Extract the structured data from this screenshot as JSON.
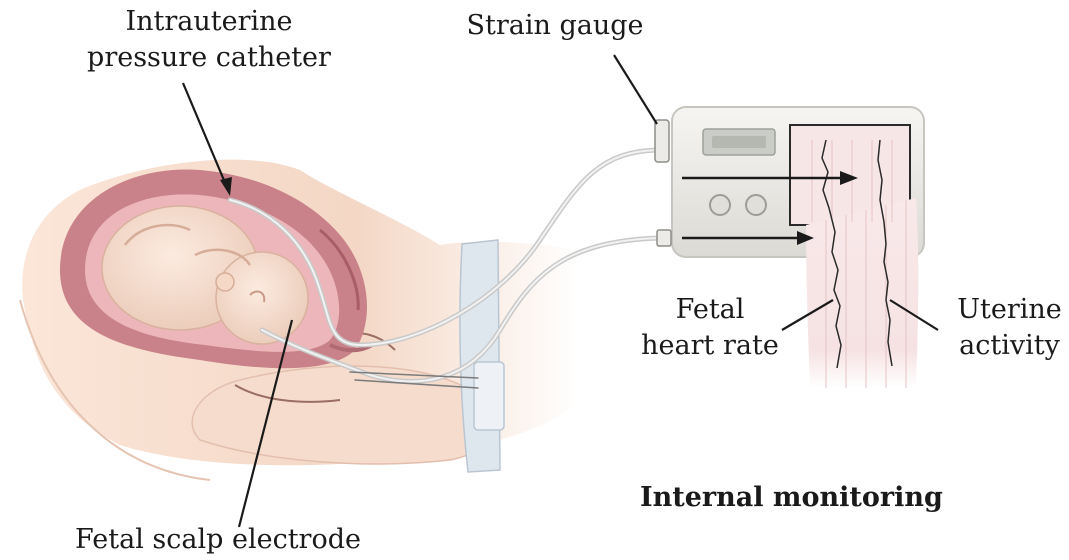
{
  "labels": {
    "catheter": [
      "Intrauterine",
      "pressure catheter"
    ],
    "strain_gauge": "Strain gauge",
    "fetal_heart_rate": [
      "Fetal",
      "heart rate"
    ],
    "uterine_activity": [
      "Uterine",
      "activity"
    ],
    "scalp_electrode": "Fetal scalp electrode"
  },
  "title": "Internal monitoring",
  "colors": {
    "skin": "#f6ddcf",
    "skin_shadow": "#e8c0ac",
    "uterus_wall": "#c98289",
    "amniotic": "#ecb6ba",
    "fetus": "#f8e1d2",
    "monitor": "#ecebe7",
    "paper": "#f7e6e6",
    "belt": "#dfe7ee",
    "arrow": "#1a1a1a"
  },
  "icons": [
    "monitor-device",
    "display-screen",
    "control-knob",
    "strip-chart",
    "strain-gauge-sensor",
    "abdominal-belt"
  ]
}
